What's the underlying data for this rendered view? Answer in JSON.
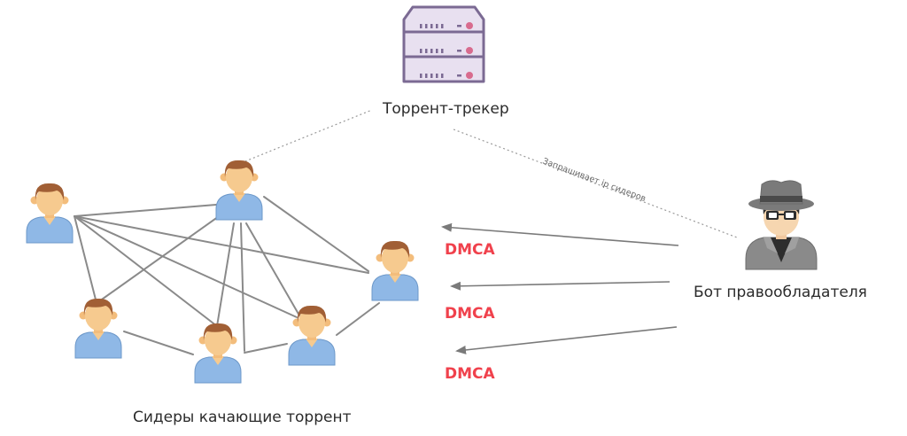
{
  "tracker": {
    "label": "Торрент-трекер",
    "icon": "server-icon"
  },
  "bot": {
    "label": "Бот правообладателя",
    "icon": "spy-hat-icon"
  },
  "seeders": {
    "label": "Сидеры качающие торрент",
    "icon": "user-icon"
  },
  "query_label": "Запрашивает ip сидеров",
  "notices": [
    "DMCA",
    "DMCA",
    "DMCA"
  ],
  "colors": {
    "server_fill": "#e8e0f0",
    "server_stroke": "#7b6a93",
    "user_shirt": "#8fb8e6",
    "user_skin": "#f6ca8f",
    "user_hair": "#a15f35",
    "dmca": "#f0414c",
    "lines": "#8a8a8a",
    "spy_hat": "#7a7a7a",
    "spy_coat": "#8a8a8a"
  }
}
